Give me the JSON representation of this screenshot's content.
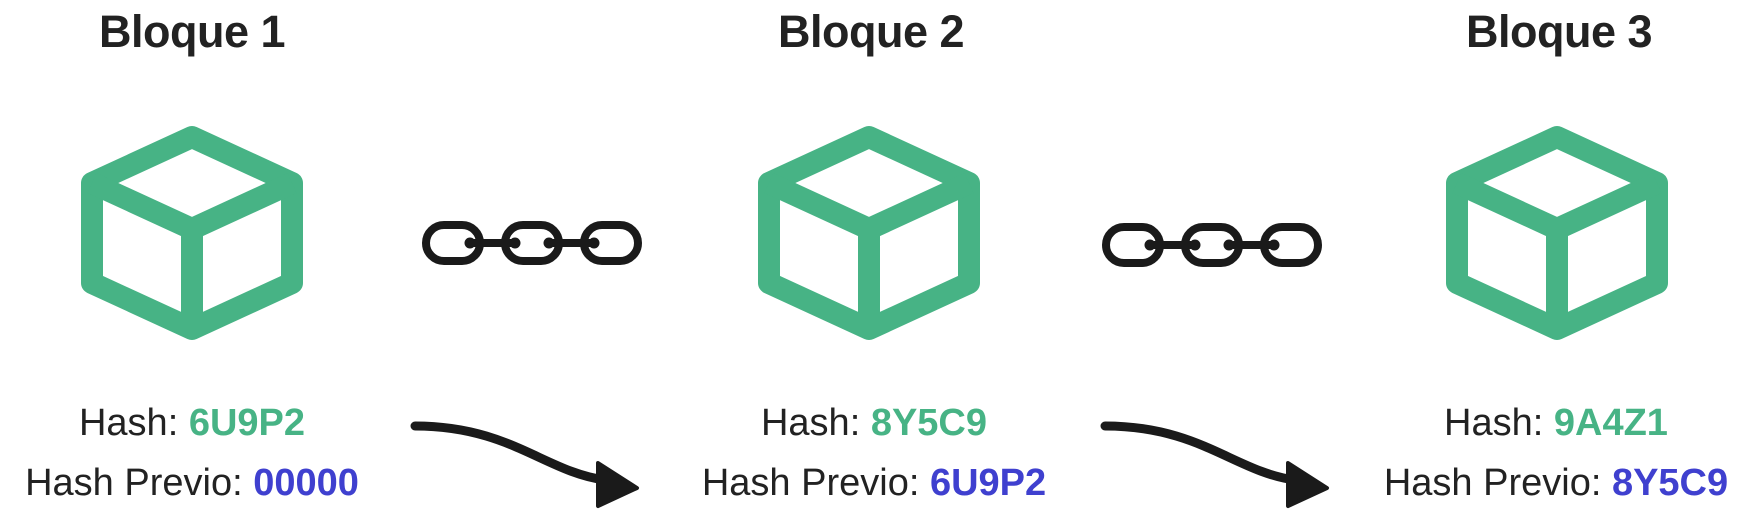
{
  "colors": {
    "cube": "#47b385",
    "current_hash": "#47b385",
    "previous_hash": "#3f40cf",
    "chain": "#1a1a1a",
    "text": "#222222"
  },
  "icons": {
    "block": "cube-icon",
    "link": "chain-link-icon",
    "flow": "curved-arrow-icon"
  },
  "blocks": [
    {
      "title": "Bloque 1",
      "hash_label": "Hash: ",
      "hash": "6U9P2",
      "prev_label": "Hash Previo: ",
      "prev_hash": "00000"
    },
    {
      "title": "Bloque 2",
      "hash_label": "Hash: ",
      "hash": "8Y5C9",
      "prev_label": "Hash Previo: ",
      "prev_hash": "6U9P2"
    },
    {
      "title": "Bloque 3",
      "hash_label": "Hash: ",
      "hash": "9A4Z1",
      "prev_label": "Hash Previo: ",
      "prev_hash": "8Y5C9"
    }
  ]
}
